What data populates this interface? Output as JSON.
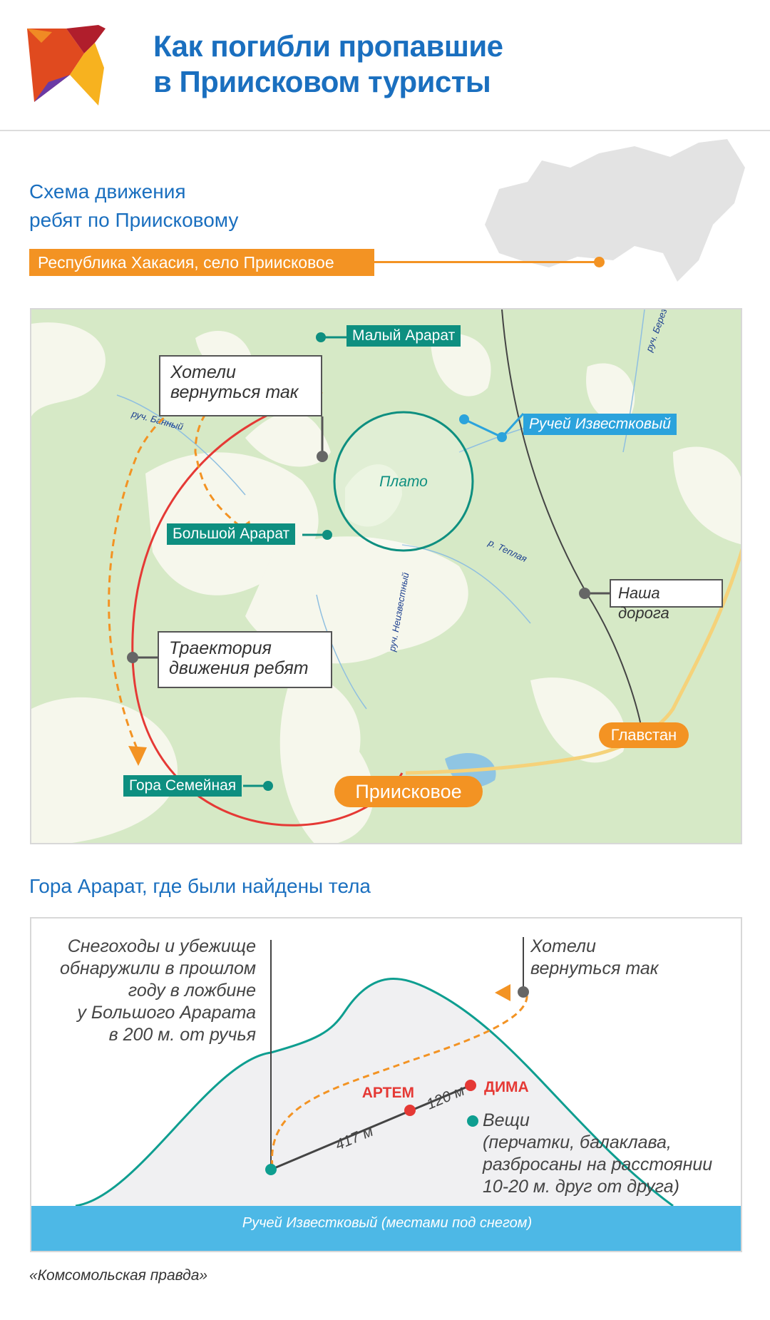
{
  "header": {
    "title_line1": "Как погибли пропавшие",
    "title_line2": "в Приисковом туристы"
  },
  "section1": {
    "title_line1": "Схема движения",
    "title_line2": "ребят по Приисковому",
    "location": "Республика Хакасия, село Приисковое"
  },
  "map": {
    "labels": {
      "maly_ararat": "Малый Арарат",
      "bolshoy_ararat": "Большой Арарат",
      "gora_semeynaya": "Гора Семейная",
      "ruchey": "Ручей Известковый",
      "plato": "Плато",
      "glavstan": "Главстан",
      "priiskovoe": "Приисковое"
    },
    "boxes": {
      "wanted_return": "Хотели вернуться так",
      "our_road": "Наша дорога",
      "trajectory": "Траектория движения ребят"
    },
    "rivers": {
      "bannyi": "руч. Банный",
      "teplaya": "р. Теплая",
      "neizvestny": "руч. Неизвестный",
      "berezovy": "руч. Березо"
    },
    "colors": {
      "teal": "#0e8f80",
      "blue": "#2ba3dc",
      "orange": "#f39323",
      "red": "#e53935"
    }
  },
  "section2": {
    "title": "Гора Арарат, где были найдены тела",
    "left_note": [
      "Снегоходы и убежище",
      "обнаружили в прошлом",
      "году в ложбине",
      "у Большого Арарата",
      "в 200 м. от ручья"
    ],
    "right_note": [
      "Хотели",
      "вернуться так"
    ],
    "artem": "АРТЕМ",
    "dima": "ДИМА",
    "dist1": "417 м",
    "dist2": "120 м",
    "things": [
      "Вещи",
      "(перчатки, балаклава,",
      "разбросаны на расстоянии",
      "10-20 м. друг от друга)"
    ],
    "stream": "Ручей Известковый (местами под снегом)"
  },
  "footer": {
    "source": "«Комсомольская правда»"
  }
}
